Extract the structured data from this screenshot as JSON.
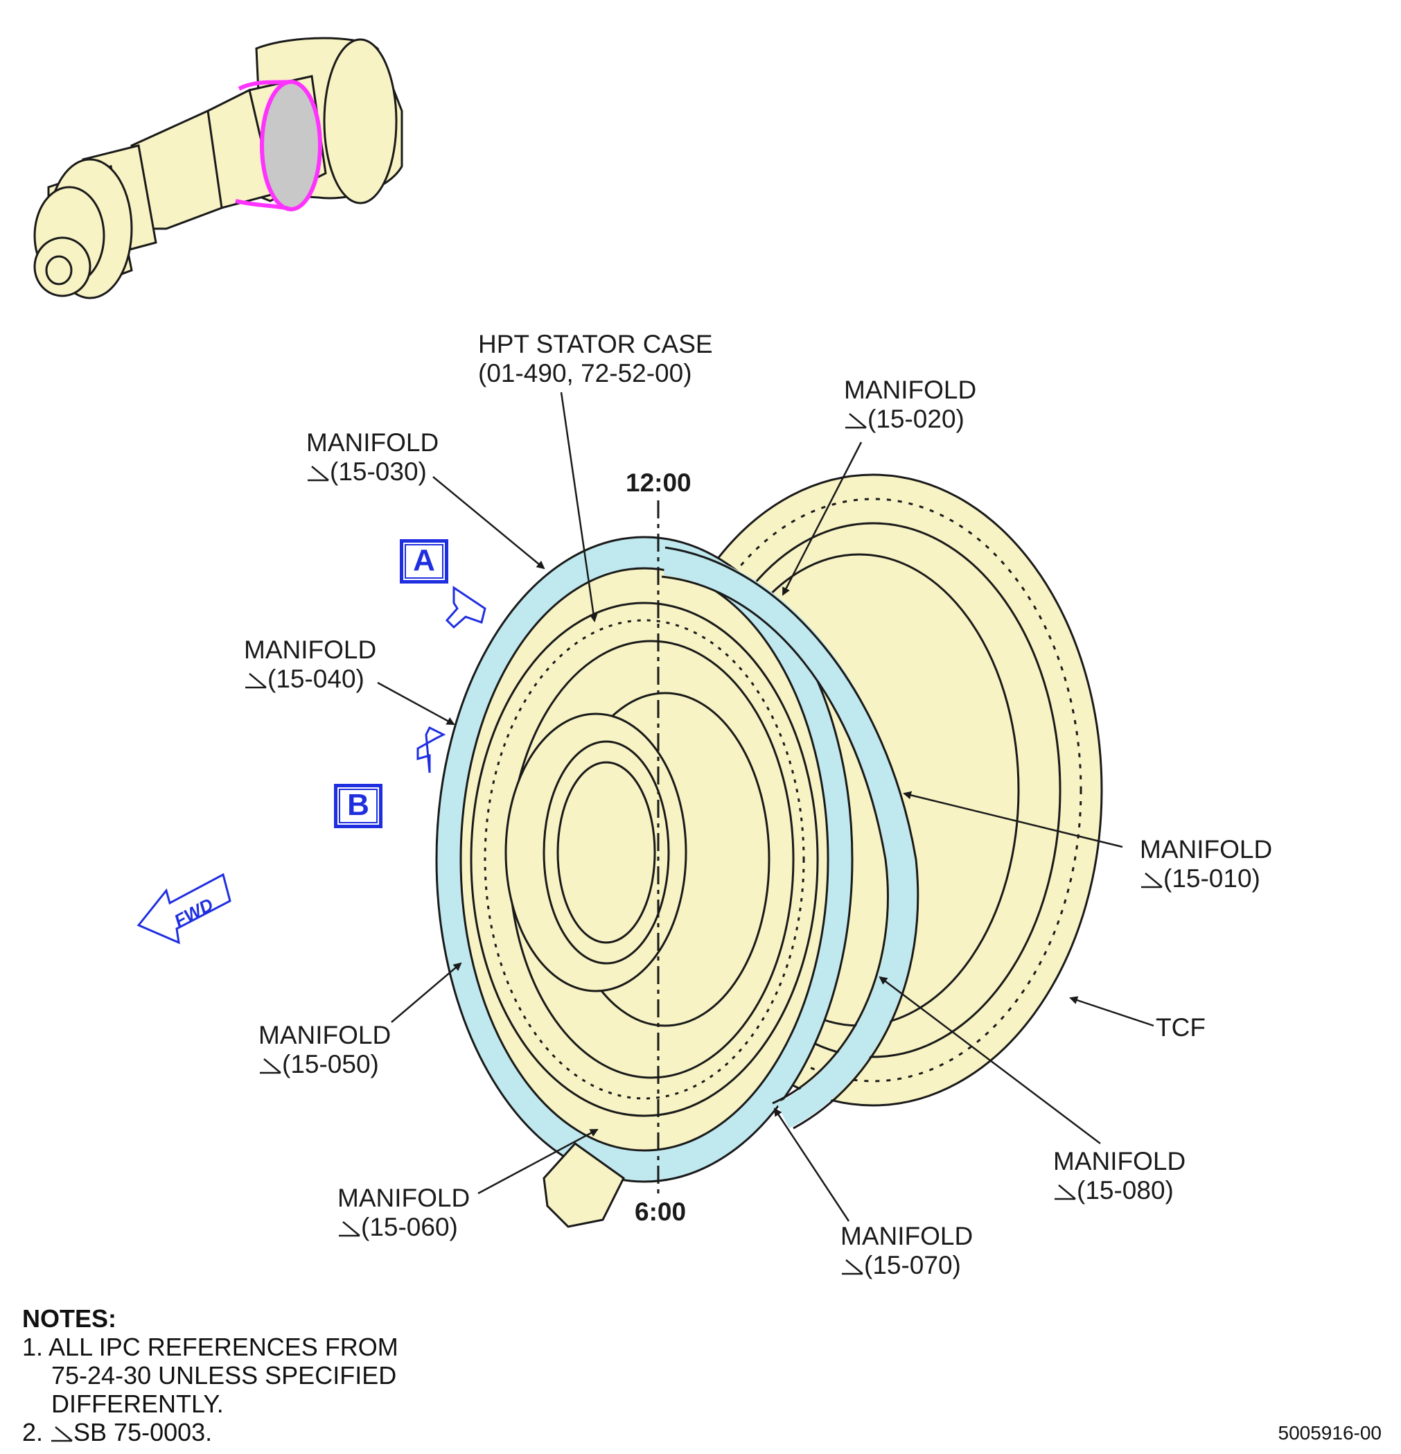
{
  "labels": {
    "hpt_stator_case": "HPT STATOR CASE",
    "hpt_stator_case_ref": "(01-490, 72-52-00)",
    "manifold_020": "MANIFOLD",
    "manifold_020_ref": "(15-020)",
    "manifold_030": "MANIFOLD",
    "manifold_030_ref": "(15-030)",
    "manifold_040": "MANIFOLD",
    "manifold_040_ref": "(15-040)",
    "manifold_010": "MANIFOLD",
    "manifold_010_ref": "(15-010)",
    "manifold_050": "MANIFOLD",
    "manifold_050_ref": "(15-050)",
    "manifold_060": "MANIFOLD",
    "manifold_060_ref": "(15-060)",
    "manifold_070": "MANIFOLD",
    "manifold_070_ref": "(15-070)",
    "manifold_080": "MANIFOLD",
    "manifold_080_ref": "(15-080)",
    "tcf": "TCF",
    "clock_12": "12:00",
    "clock_6": "6:00",
    "view_a": "A",
    "view_b": "B",
    "fwd": "FWD"
  },
  "notes": {
    "heading": "NOTES:",
    "note1_line1": "1. ALL IPC REFERENCES FROM",
    "note1_line2": "75-24-30 UNLESS SPECIFIED",
    "note1_line3": "DIFFERENTLY.",
    "note2_prefix": "2. ",
    "note2_text": "SB 75-0003."
  },
  "figure_number": "5005916-00",
  "colors": {
    "part_fill": "#f7f3c4",
    "manifold_fill": "#bfe8ef",
    "highlight": "#ff33ff",
    "view_blue": "#1f2fe0",
    "line": "#1a1a1a"
  }
}
